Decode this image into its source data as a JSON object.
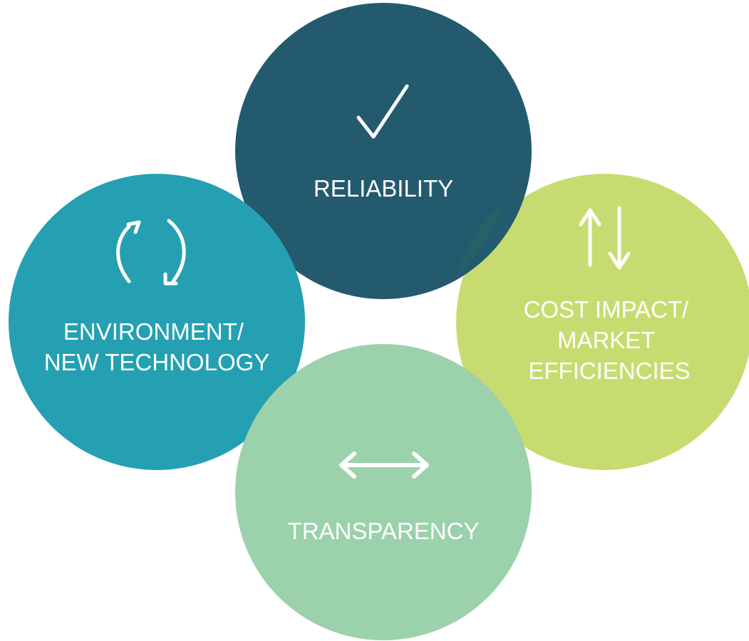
{
  "circles": {
    "reliability": {
      "lines": [
        "RELIABILITY"
      ],
      "icon": "checkmark-icon",
      "color": "#245a6e"
    },
    "environment": {
      "lines": [
        "ENVIRONMENT/",
        "NEW TECHNOLOGY"
      ],
      "icon": "refresh-cycle-icon",
      "color": "#24a0b2"
    },
    "cost": {
      "lines": [
        "COST IMPACT/",
        "MARKET",
        "EFFICIENCIES"
      ],
      "icon": "up-down-arrows-icon",
      "color": "#c7dc70"
    },
    "transparency": {
      "lines": [
        "TRANSPARENCY"
      ],
      "icon": "left-right-arrow-icon",
      "color": "#9bd1ab"
    }
  }
}
